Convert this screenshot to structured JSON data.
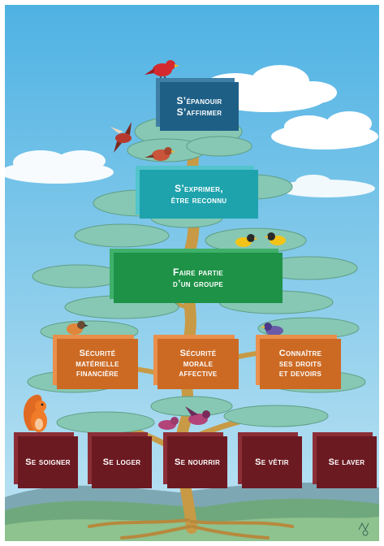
{
  "colors": {
    "sky": "#5bbbe6",
    "level_1": "#1e5f86",
    "level_2": "#1ea3ad",
    "level_3": "#1e9247",
    "level_4": "#cc6a24",
    "level_5": "#6c1a22",
    "foliage": "#86c8b3",
    "trunk": "#c89a45",
    "ground": "#6fa87d"
  },
  "pyramid": {
    "level_1": [
      "S’épanouir\nS’affirmer"
    ],
    "level_2": [
      "S’exprimer,\nêtre reconnu"
    ],
    "level_3": [
      "Faire partie\nd’un groupe"
    ],
    "level_4": [
      "Sécurité\nmatérielle\nfinancière",
      "Sécurité\nmorale\naffective",
      "Connaître\nses droits\net devoirs"
    ],
    "level_5": [
      "Se soigner",
      "Se loger",
      "Se nourrir",
      "Se vêtir",
      "Se laver"
    ]
  }
}
